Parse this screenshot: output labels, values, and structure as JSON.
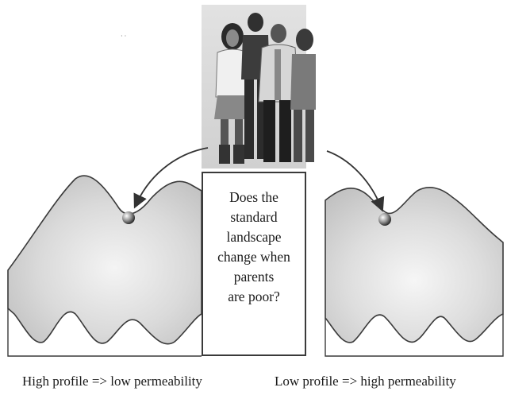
{
  "photo": {
    "subject": "group of four teenagers"
  },
  "question": {
    "lines": [
      "Does the",
      "standard",
      "landscape",
      "change when",
      "parents",
      "are poor?"
    ]
  },
  "captions": {
    "left": "High profile => low permeability",
    "right": "Low profile => high permeability"
  },
  "stray_mark": "· ·",
  "colors": {
    "outline": "#3a3a3a",
    "landscape_shade": "#cfcfcf",
    "ball": "#444444",
    "arrow": "#333333"
  }
}
